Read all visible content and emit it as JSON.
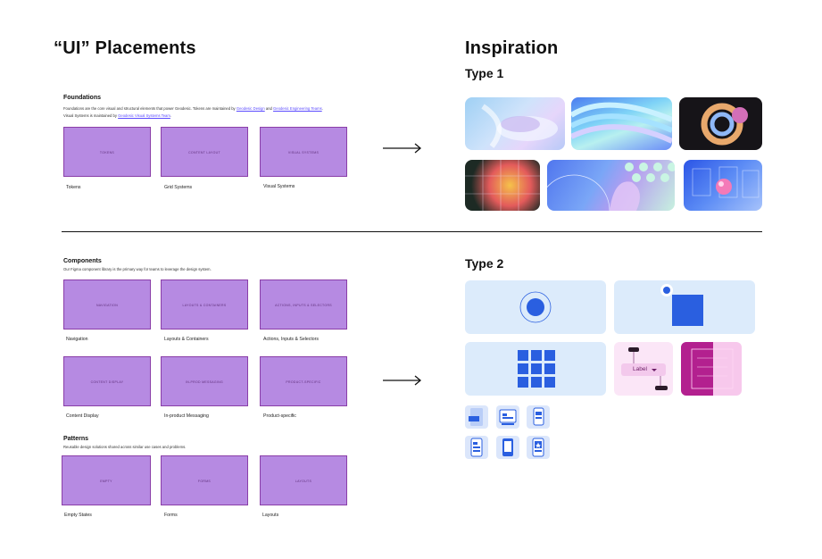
{
  "left_title": "“UI” Placements",
  "right_title": "Inspiration",
  "type1_label": "Type 1",
  "type2_label": "Type 2",
  "foundations": {
    "title": "Foundations",
    "desc_1": "Foundations are the core visual and structural elements that power Geodesic. Tokens are maintained by ",
    "link_1": "Geodesic Design",
    "desc_2": " and ",
    "link_2": "Geodesic Engineering Teams",
    "desc_3": ". Visual Systems is maintained by ",
    "link_3": "Geodesic Visual Systems Team",
    "desc_4": ".",
    "tiles": [
      {
        "label": "TOKENS",
        "caption": "Tokens"
      },
      {
        "label": "CONTENT LAYOUT",
        "caption": "Grid Systems"
      },
      {
        "label": "VISUAL SYSTEMS",
        "caption": "Visual Systems"
      }
    ]
  },
  "components": {
    "title": "Components",
    "desc": "Our Figma component library is the primary way for teams to leverage the design system.",
    "tiles": [
      {
        "label": "NAVIGATION",
        "caption": "Navigation"
      },
      {
        "label": "LAYOUTS & CONTAINERS",
        "caption": "Layouts & Containers"
      },
      {
        "label": "ACTIONS, INPUTS & SELECTORS",
        "caption": "Actions, Inputs & Selectors"
      },
      {
        "label": "CONTENT DISPLAY",
        "caption": "Content Display"
      },
      {
        "label": "IN-PROD MESSAGING",
        "caption": "In-product Messaging"
      },
      {
        "label": "PRODUCT-SPECIFIC",
        "caption": "Product-specific"
      }
    ]
  },
  "patterns": {
    "title": "Patterns",
    "desc": "Reusable design solutions shared across similar use cases and problems.",
    "tiles": [
      {
        "label": "EMPTY",
        "caption": "Empty States"
      },
      {
        "label": "FORMS",
        "caption": "Forms"
      },
      {
        "label": "LAYOUTS",
        "caption": "Layouts"
      }
    ]
  },
  "type2_dropdown_label": "Label",
  "colors": {
    "tile_fill": "#b68ae2",
    "tile_border": "#8a3ea8",
    "link": "#5b4bff",
    "type2_bg": "#dcebfb",
    "accent_blue": "#2a5fe0"
  }
}
